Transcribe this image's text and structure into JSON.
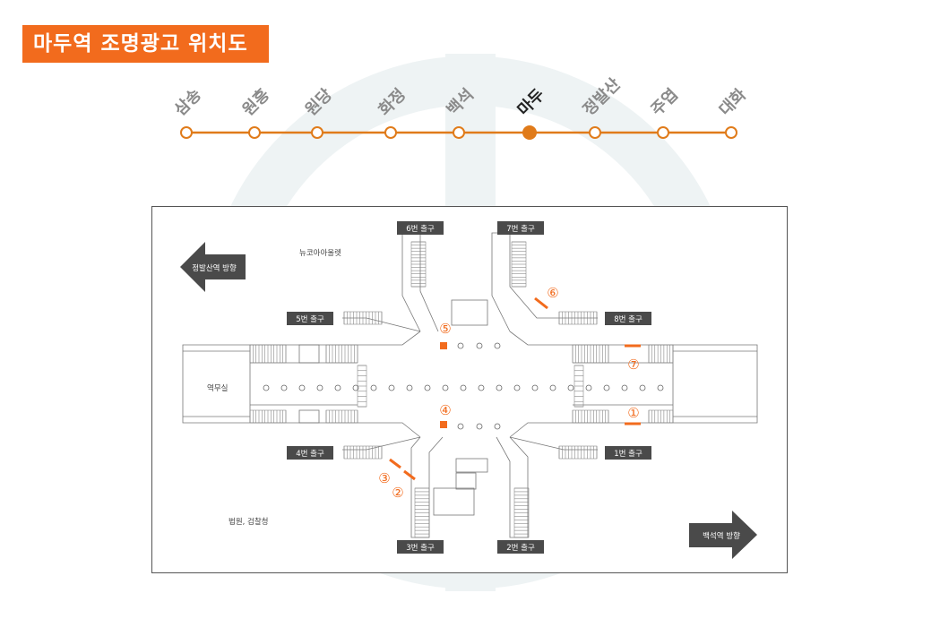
{
  "title": "마두역 조명광고 위치도",
  "colors": {
    "accent": "#f26b1d",
    "line": "#e07b1a",
    "dark_label": "#4a4a4a"
  },
  "line": {
    "stations": [
      {
        "name": "삼송",
        "current": false
      },
      {
        "name": "원흥",
        "current": false
      },
      {
        "name": "원당",
        "current": false
      },
      {
        "name": "화정",
        "current": false
      },
      {
        "name": "백석",
        "current": false
      },
      {
        "name": "마두",
        "current": true
      },
      {
        "name": "정발산",
        "current": false
      },
      {
        "name": "주엽",
        "current": false
      },
      {
        "name": "대화",
        "current": false
      }
    ]
  },
  "map": {
    "direction_left": "정발산역 방향",
    "direction_right": "백석역 방향",
    "landmarks": {
      "outlet": "뉴코아아울렛",
      "office": "역무실",
      "court": "법원, 검찰청"
    },
    "exits": [
      {
        "id": "exit-1",
        "label": "1번 출구"
      },
      {
        "id": "exit-2",
        "label": "2번 출구"
      },
      {
        "id": "exit-3",
        "label": "3번 출구"
      },
      {
        "id": "exit-4",
        "label": "4번 출구"
      },
      {
        "id": "exit-5",
        "label": "5번 출구"
      },
      {
        "id": "exit-6",
        "label": "6번 출구"
      },
      {
        "id": "exit-7",
        "label": "7번 출구"
      },
      {
        "id": "exit-8",
        "label": "8번 출구"
      }
    ],
    "ad_markers": [
      "①",
      "②",
      "③",
      "④",
      "⑤",
      "⑥",
      "⑦"
    ]
  }
}
